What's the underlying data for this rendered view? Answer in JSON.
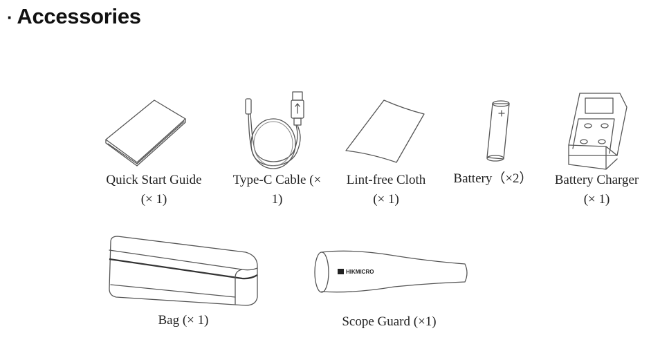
{
  "section": {
    "bullet": "·",
    "title": "Accessories"
  },
  "items": [
    {
      "name": "Quick Start Guide",
      "qty": "(× 1)"
    },
    {
      "name": "Type-C Cable (×",
      "qty": "1)"
    },
    {
      "name": "Lint-free Cloth",
      "qty": "(× 1)"
    },
    {
      "name": "Battery（×2）",
      "qty": ""
    },
    {
      "name": "Battery Charger",
      "qty": "(× 1)"
    },
    {
      "name": "Bag (× 1)",
      "qty": ""
    },
    {
      "name": "Scope Guard (×1)",
      "qty": ""
    }
  ],
  "scope_guard_brand": "HIKMICRO"
}
